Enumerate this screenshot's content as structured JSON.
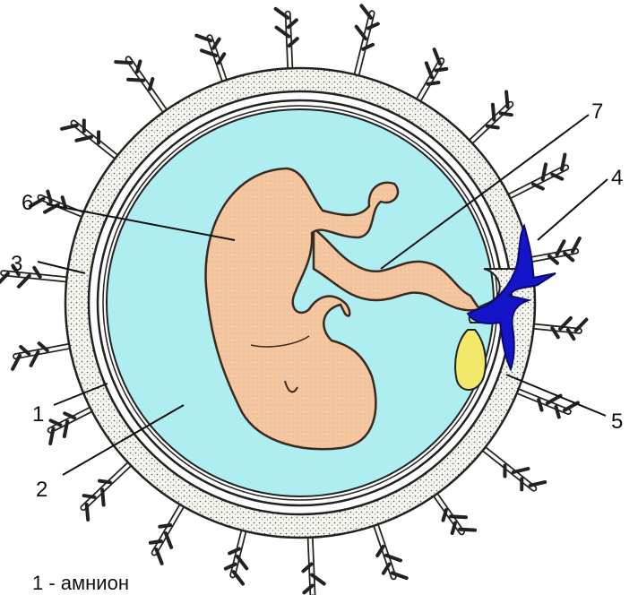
{
  "figure": {
    "labels": [
      "1",
      "2",
      "3",
      "4",
      "5",
      "6",
      "7"
    ],
    "caption": "1 - амнион"
  },
  "colors": {
    "amniotic_fluid": "#aeeef0",
    "embryo": "#f4c7a1",
    "embryo_outline": "#3a2a20",
    "blood_vessel": "#1414c8",
    "yolk_sac": "#f2e96a",
    "chorion_fill": "#f6f6f0",
    "line": "#111111"
  },
  "icons": [
    "chorionic-villi-icon",
    "embryo-icon",
    "umbilical-cord-icon",
    "yolk-sac-icon",
    "blood-vessel-icon"
  ]
}
